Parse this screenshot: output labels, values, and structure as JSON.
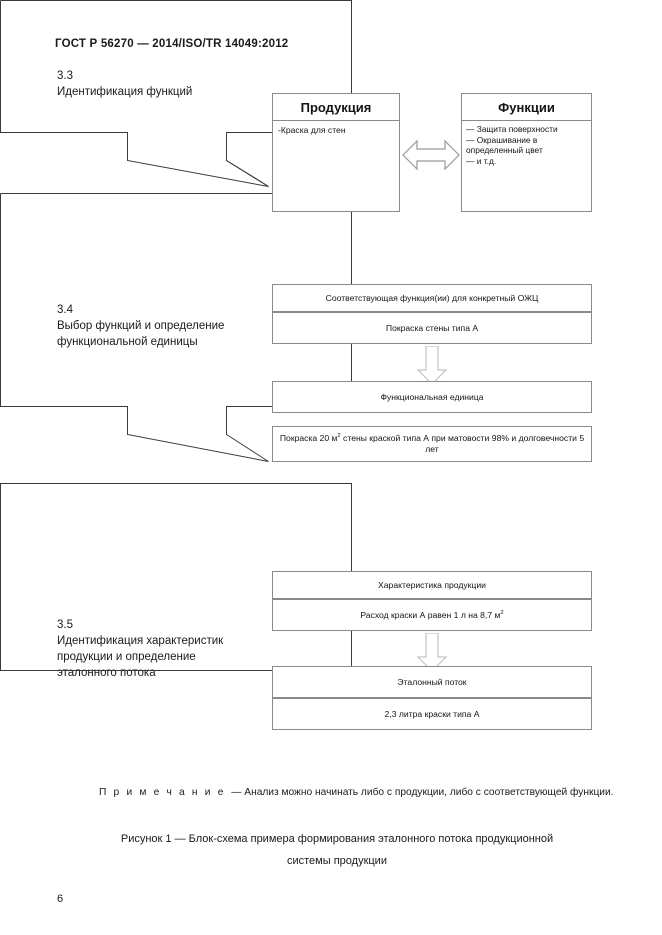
{
  "header": {
    "standard_title": "ГОСТ Р 56270 — 2014/ISO/TR 14049:2012"
  },
  "sections": [
    {
      "number": "3.3",
      "title": "Идентификация функций"
    },
    {
      "number": "3.4",
      "title": "Выбор функций и определение функциональной единицы"
    },
    {
      "number": "3.5",
      "title": "Идентификация характеристик продукции и определение эталонного потока"
    }
  ],
  "diagram": {
    "stage1": {
      "product_box": {
        "title": "Продукция",
        "item": "-Краска для стен"
      },
      "functions_box": {
        "title": "Функции",
        "items": [
          "— Защита поверхности",
          "— Окрашивание в определенный цвет",
          "— и т.д."
        ]
      },
      "connector": "double-headed-horizontal-arrow"
    },
    "stage2": {
      "box1_header": "Соответствующая функция(ии) для конкретный ОЖЦ",
      "box1_value": "Покраска стены типа А",
      "arrow": "down-arrow",
      "box2_header": "Функциональная единица",
      "box2_value": "Покраска 20 м² стены краской типа А при матовости 98% и долговечности 5 лет"
    },
    "stage3": {
      "box1_header": "Характеристика продукции",
      "box1_value": "Расход краски А равен 1 л на 8,7 м²",
      "arrow": "down-arrow",
      "box2_header": "Эталонный поток",
      "box2_value": "2,3 литра краски типа А"
    }
  },
  "note": {
    "label": "П р и м е ч а н и е",
    "dash": "—",
    "text": "Анализ можно начинать либо с продукции, либо с соответствующей функции."
  },
  "caption": {
    "line1": "Рисунок 1 — Блок-схема примера формирования эталонного потока продукционной",
    "line2": "системы продукции"
  },
  "footer": {
    "page_number": "6"
  },
  "colors": {
    "frame_stroke": "#3a3a3a",
    "box_stroke": "#8a8a8a",
    "arrow_stroke": "#bdbdbd",
    "text": "#1a1a1a",
    "background": "#ffffff"
  }
}
